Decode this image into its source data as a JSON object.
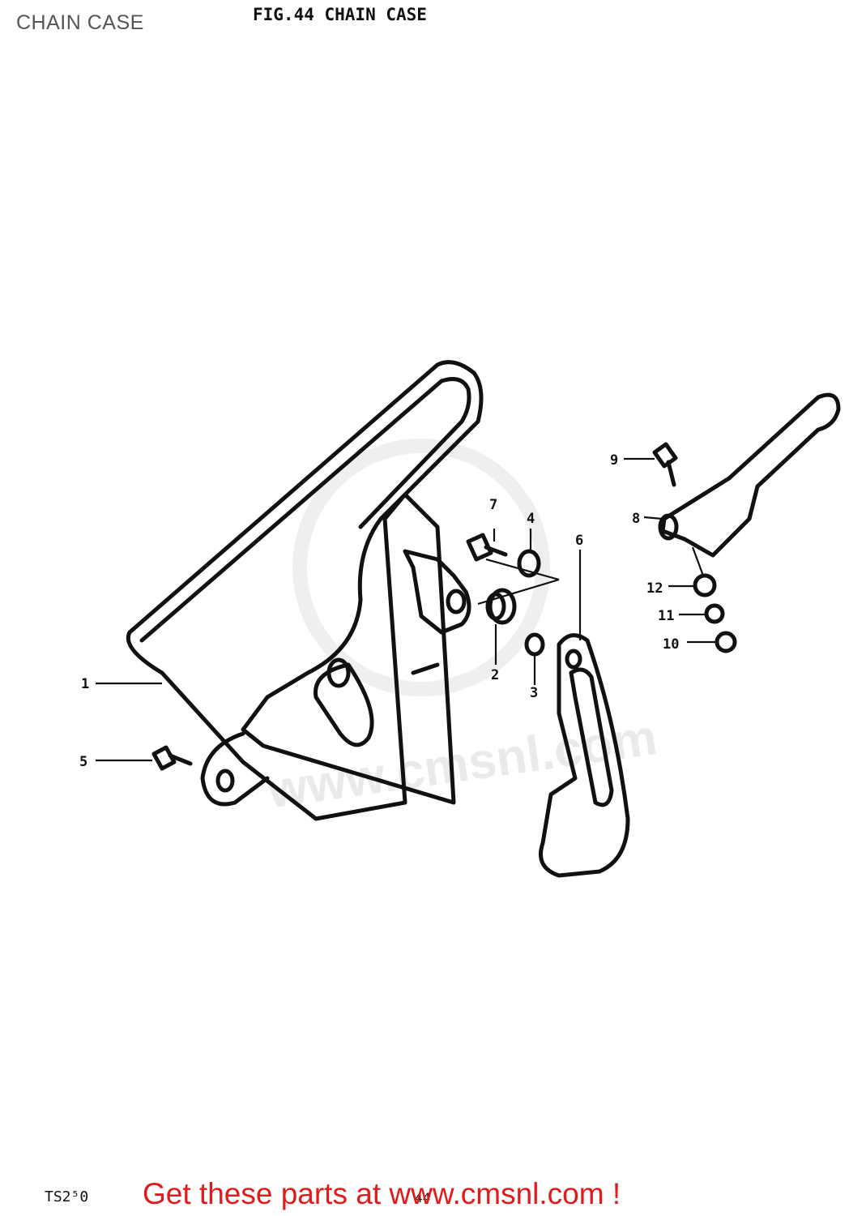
{
  "page_title": "CHAIN CASE",
  "figure": {
    "title": "FIG.44  CHAIN CASE",
    "model_code": "TS2⁵0",
    "sheet_number": "44"
  },
  "callouts": [
    {
      "number": "1",
      "part": "chain-case"
    },
    {
      "number": "2",
      "part": "grommet"
    },
    {
      "number": "3",
      "part": "spacer"
    },
    {
      "number": "4",
      "part": "washer"
    },
    {
      "number": "5",
      "part": "bolt"
    },
    {
      "number": "6",
      "part": "chain-guide"
    },
    {
      "number": "7",
      "part": "bolt"
    },
    {
      "number": "8",
      "part": "washer"
    },
    {
      "number": "9",
      "part": "bolt"
    },
    {
      "number": "10",
      "part": "nut"
    },
    {
      "number": "11",
      "part": "washer"
    },
    {
      "number": "12",
      "part": "spacer"
    }
  ],
  "watermark": {
    "text": "www.cmsnl.com"
  },
  "footer": {
    "cta": "Get these parts at www.cmsnl.com !",
    "cta_color": "#e11b1b"
  }
}
